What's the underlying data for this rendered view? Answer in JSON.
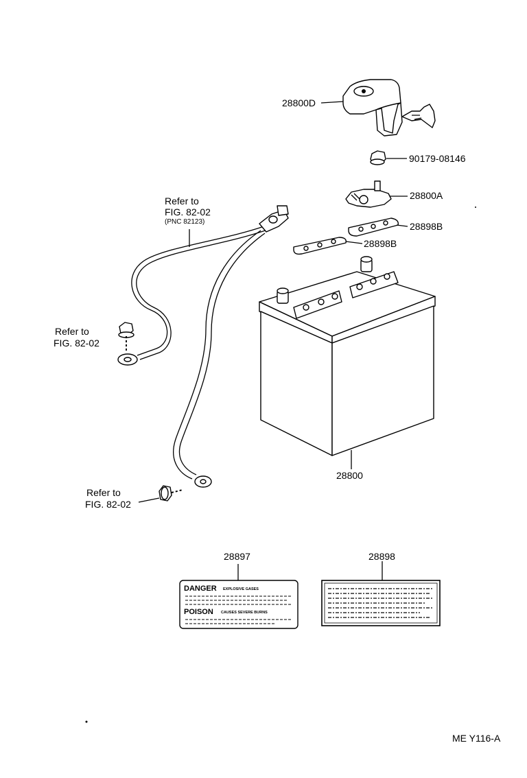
{
  "parts": {
    "terminal_cover": "28800D",
    "nut": "90179-08146",
    "terminal_clamp": "28800A",
    "plate_upper": "28898B",
    "plate_lower": "28898B",
    "battery": "28800",
    "label_danger": "28897",
    "label_caution": "28898"
  },
  "refs": {
    "cable": {
      "line1": "Refer to",
      "line2": "FIG. 82-02",
      "line3": "(PNC 82123)"
    },
    "bolt_upper": {
      "line1": "Refer to",
      "line2": "FIG. 82-02"
    },
    "bolt_lower": {
      "line1": "Refer to",
      "line2": "FIG. 82-02"
    }
  },
  "danger_label": {
    "danger_word": "DANGER",
    "danger_sub": "EXPLOSIVE GASES",
    "poison_word": "POISON",
    "poison_sub": "CAUSES SEVERE BURNS"
  },
  "figure_code": "ME  Y116-A"
}
